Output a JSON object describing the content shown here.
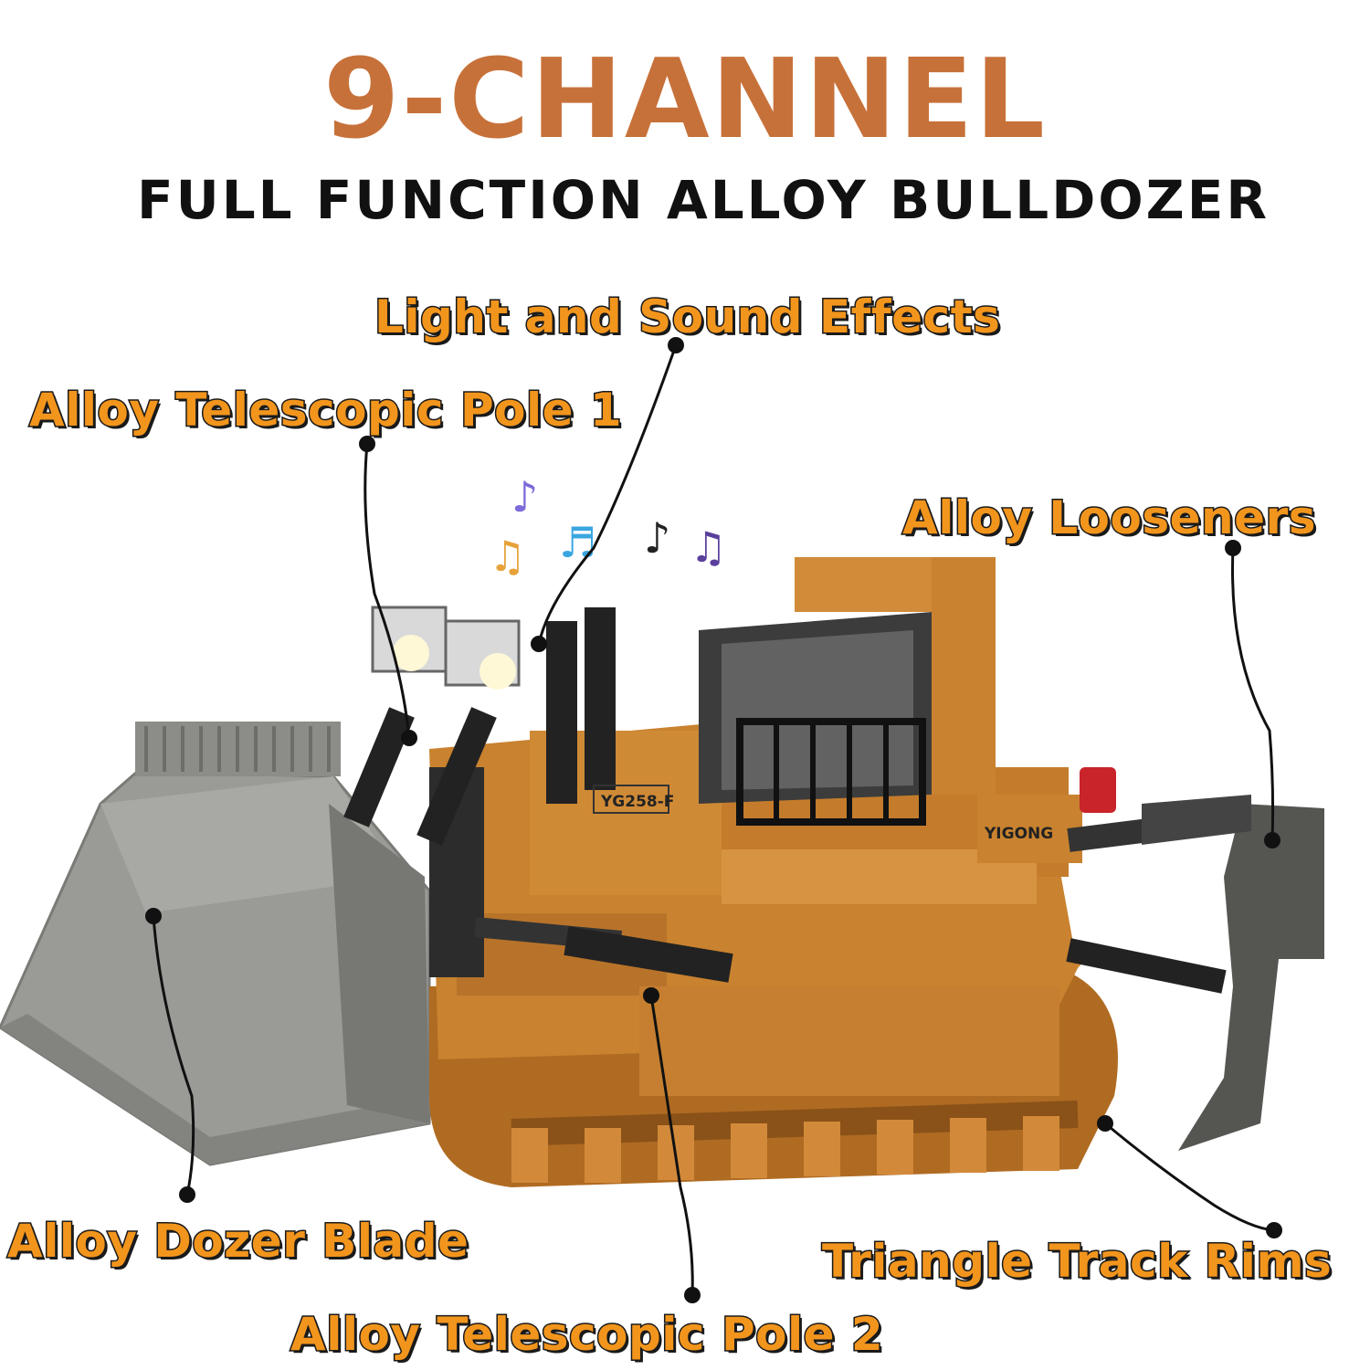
{
  "header": {
    "title": "9-CHANNEL",
    "subtitle": "FULL FUNCTION ALLOY BULLDOZER"
  },
  "model": {
    "body_label": "YG258-F",
    "brand": "YIGONG"
  },
  "callouts": {
    "light_sound": "Light and Sound Effects",
    "pole1": "Alloy Telescopic Pole 1",
    "looseners": "Alloy Looseners",
    "blade": "Alloy Dozer Blade",
    "track_rims": "Triangle Track  Rims",
    "pole2": "Alloy Telescopic Pole 2"
  },
  "colors": {
    "title": "#c7713a",
    "subtitle": "#111111",
    "callout_fill": "#f2951d",
    "callout_outline": "#1a1a1a",
    "dozer_body": "#c9822f",
    "dozer_dark": "#8a5218",
    "blade": "#8f8f8b",
    "leader_line": "#111111"
  }
}
